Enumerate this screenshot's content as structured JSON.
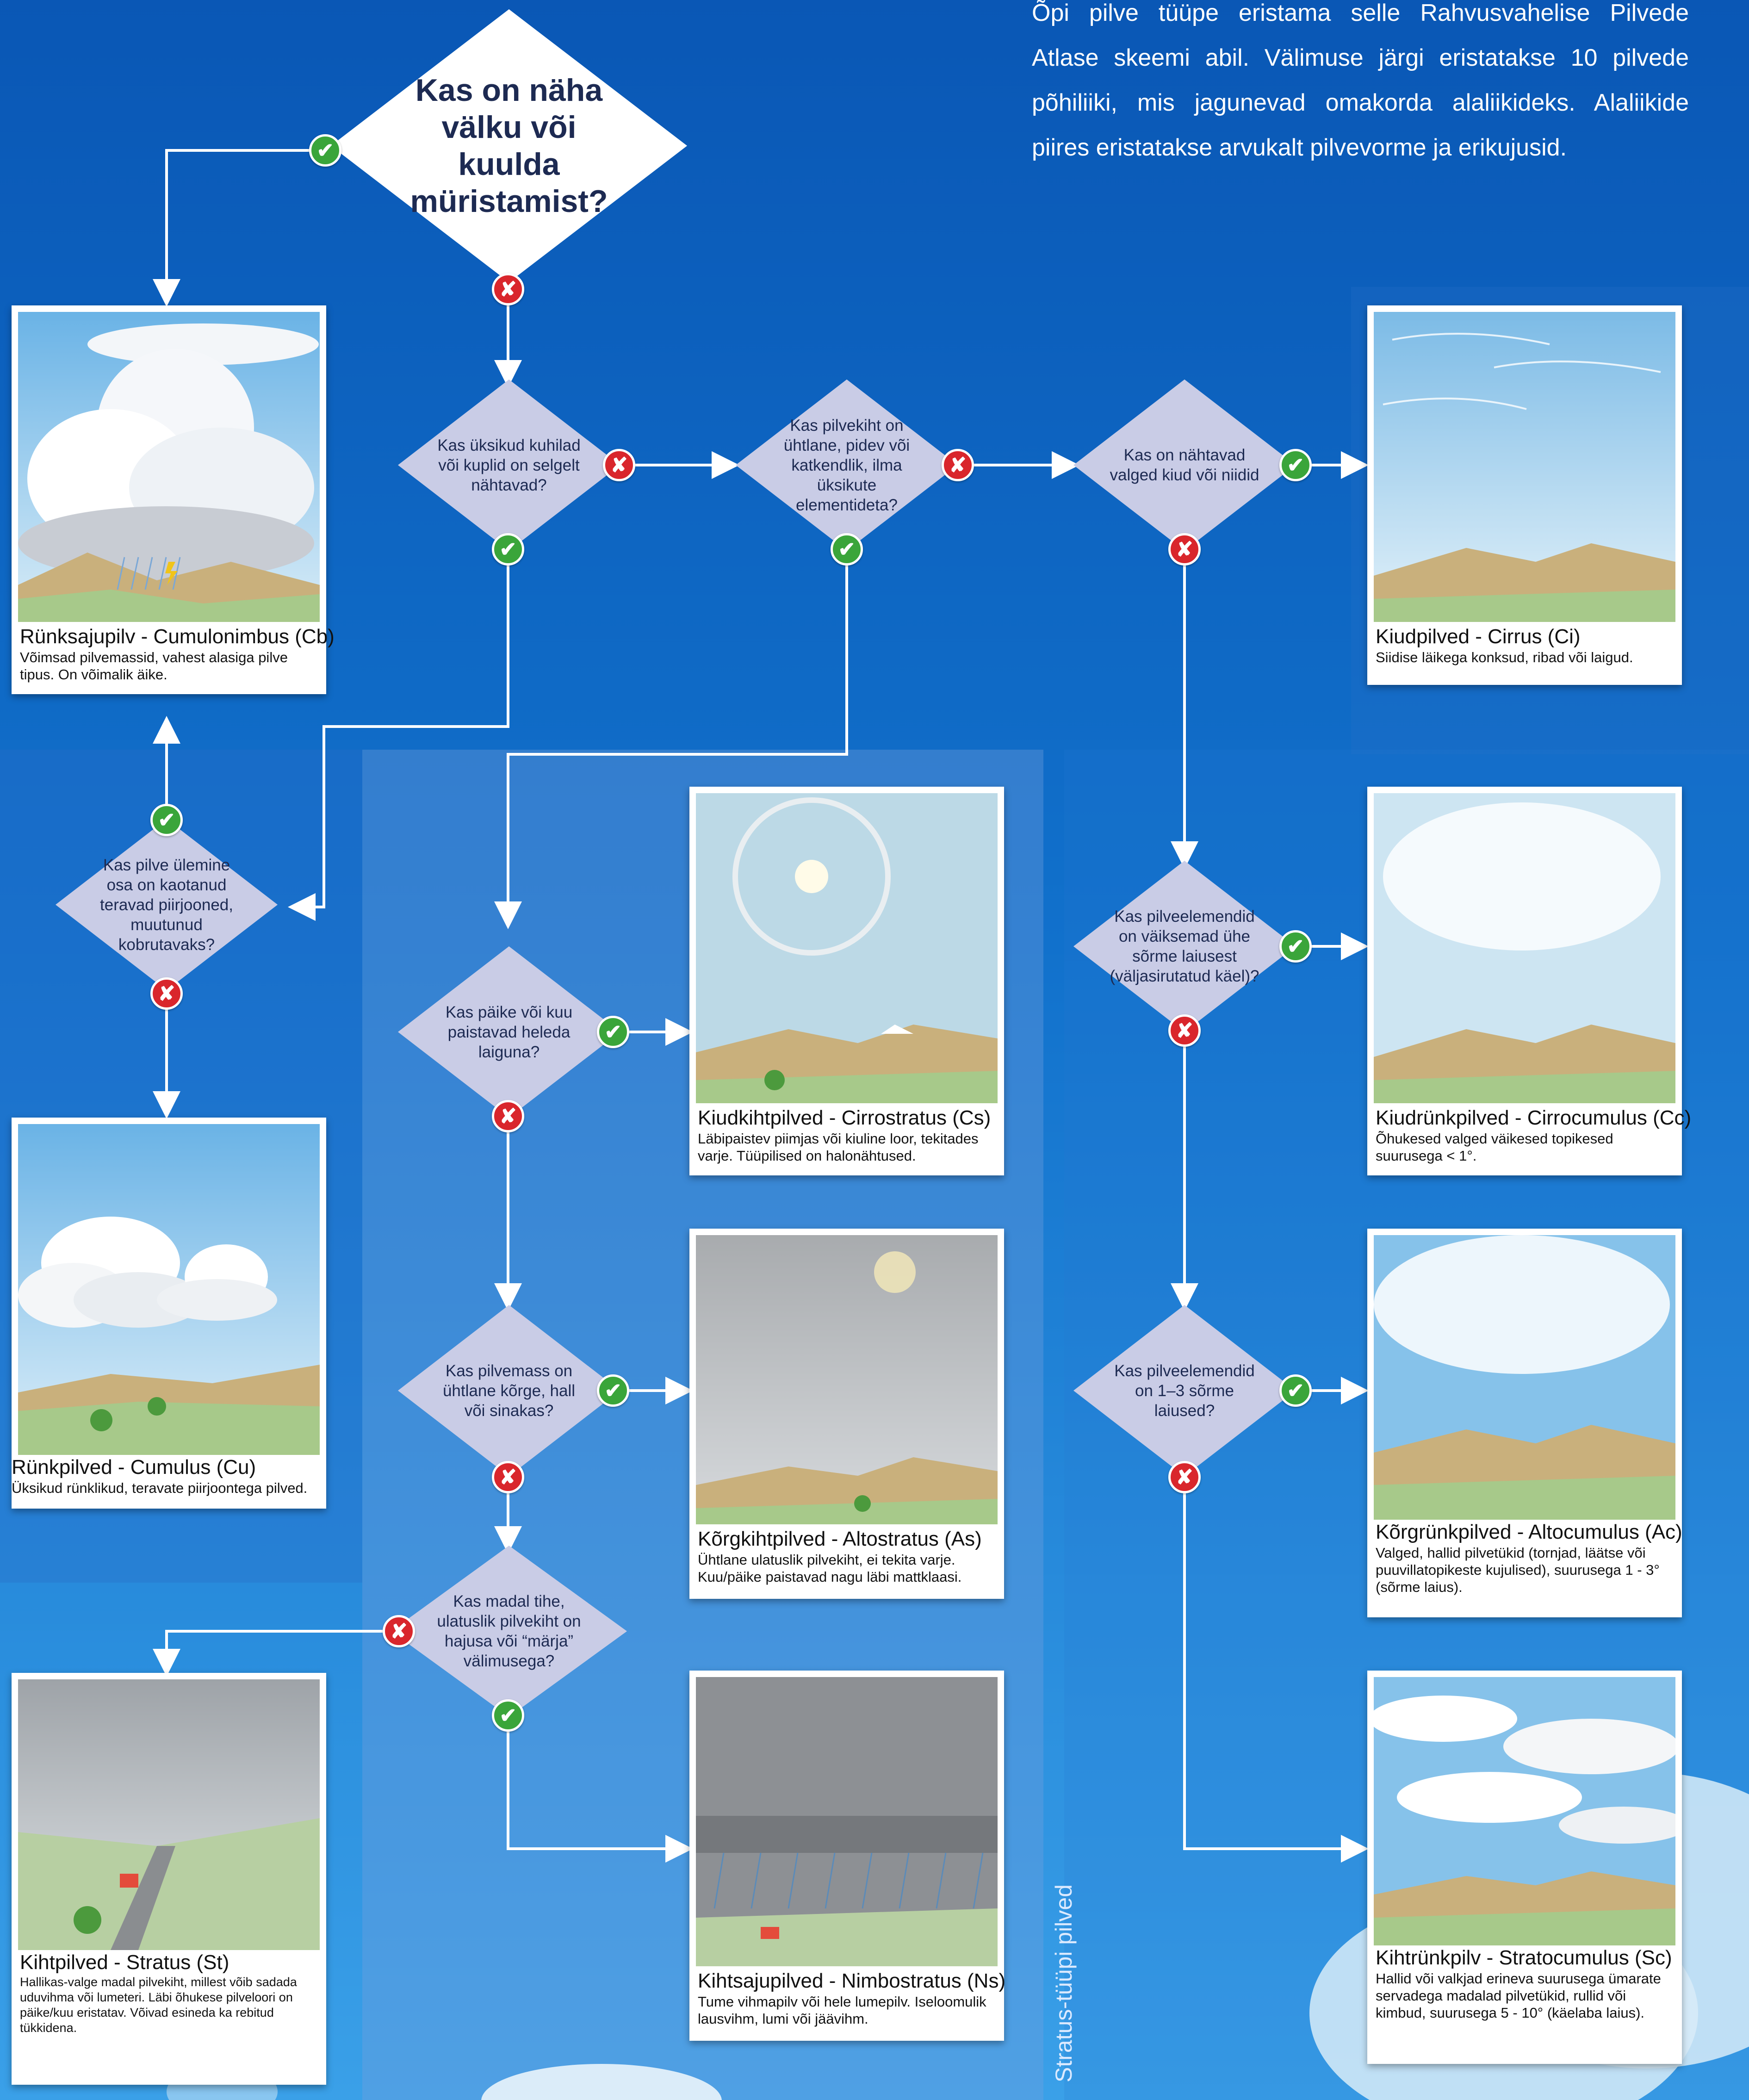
{
  "intro": {
    "line1": "Õpi pilve tüüpe eristama selle Rahvusvahelise Pilvede",
    "line2": "Atlase skeemi abil. Välimuse järgi eristatakse 10 pilvede",
    "line3": "põhiliiki, mis jagunevad omakorda alaliikideks. Alaliikide",
    "line4": "piires eristatakse arvukalt pilvevorme ja erikujusid."
  },
  "questions": {
    "q_lightning": "Kas on näha välku või kuulda müristamist?",
    "q_heaps": "Kas üksikud kuhilad või kuplid on selgelt nähtavad?",
    "q_uniform": "Kas pilvekiht on ühtlane, pidev või katkendlik, ilma üksikute elementideta?",
    "q_fibers": "Kas on nähtavad valged kiud või niidid",
    "q_top": "Kas pilve ülemine osa on kaotanud teravad piirjooned, muutunud kobrutavaks?",
    "q_sun": "Kas päike või kuu paistavad heleda laiguna?",
    "q_mass": "Kas pilvemass on ühtlane kõrge, hall või sinakas?",
    "q_low": "Kas madal tihe, ulatuslik pilvekiht on hajusa või “märja” välimusega?",
    "q_small": "Kas pilveelemendid on väiksemad ühe sõrme laiusest (väljasirutatud käel)?",
    "q_finger": "Kas pilveelemendid on 1–3 sõrme laiused?"
  },
  "clouds": {
    "cb": {
      "title": "Rünksajupilv - Cumulonimbus (Cb)",
      "desc": "Võimsad pilvemassid, vahest alasiga pilve tipus. On võimalik äike."
    },
    "cu": {
      "title": "Rünkpilved - Cumulus (Cu)",
      "desc": "Üksikud rünklikud, teravate piirjoontega pilved."
    },
    "st": {
      "title": "Kihtpilved - Stratus (St)",
      "desc": "Hallikas-valge madal pilvekiht, millest võib sadada uduvihma või lumeteri. Läbi õhukese pilveloori on päike/kuu eristatav. Võivad esineda ka rebitud tükkidena."
    },
    "cs": {
      "title": "Kiudkihtpilved - Cirrostratus (Cs)",
      "desc": "Läbipaistev piimjas või kiuline loor, tekitades varje. Tüüpilised on halonähtused."
    },
    "as": {
      "title": "Kõrgkihtpilved - Altostratus (As)",
      "desc": "Ühtlane ulatuslik pilvekiht, ei tekita varje. Kuu/päike paistavad nagu läbi mattklaasi."
    },
    "ns": {
      "title": "Kihtsajupilved - Nimbostratus (Ns)",
      "desc": "Tume vihmapilv või hele lumepilv. Iseloomulik lausvihm, lumi või jäävihm."
    },
    "ci": {
      "title": "Kiudpilved - Cirrus (Ci)",
      "desc": "Siidise läikega konksud, ribad või laigud."
    },
    "cc": {
      "title": "Kiudrünkpilved - Cirrocumulus (Cc)",
      "desc": "Õhukesed valged väikesed topikesed suurusega  < 1°."
    },
    "ac": {
      "title": "Kõrgrünkpilved - Altocumulus (Ac)",
      "desc": "Valged, hallid pilvetükid (tornjad, läätse või puuvillatopikeste kujulised), suurusega 1 - 3° (sõrme laius)."
    },
    "sc": {
      "title": "Kihtrünkpilv - Stratocumulus (Sc)",
      "desc": "Hallid või valkjad erineva suurusega ümarate servadega madalad pilvetükid, rullid või kimbud, suurusega 5 - 10° (käelaba laius)."
    }
  },
  "badges": {
    "yes": "✔",
    "no": "✘"
  },
  "side_label": "Stratus-tüüpi pilved",
  "colors": {
    "diamond_big": "#ffffff",
    "diamond_small": "#c9cce6",
    "yes": "#3aa53a",
    "no": "#d9262c",
    "connector": "#ffffff",
    "background_top": "#0a57b5",
    "background_bottom": "#3aa0e8"
  },
  "icons": {
    "yes": "check-icon",
    "no": "cross-icon"
  }
}
